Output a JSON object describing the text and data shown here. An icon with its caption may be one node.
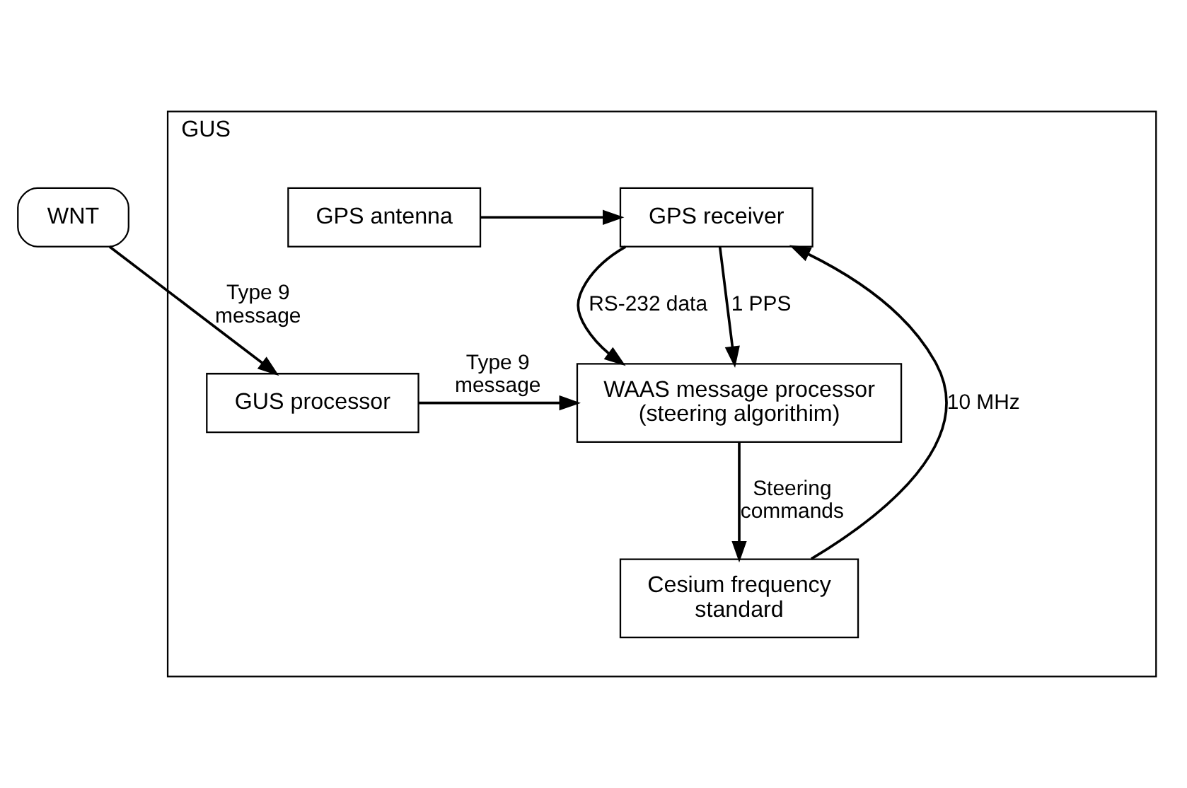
{
  "diagram": {
    "nodes": [
      {
        "text": [
          "GUS"
        ]
      },
      {
        "text": [
          "GPS antenna"
        ],
        "in": 0
      },
      {
        "text": [
          "GPS receiver"
        ],
        "in": 0
      },
      {
        "text": [
          "GUS processor"
        ],
        "in": 0
      },
      {
        "text": [
          "WAAS message processor (steering algorithim)"
        ],
        "in": 0
      },
      {
        "text": [
          "Cesium frequency standard"
        ],
        "in": 0
      },
      {
        "text": [
          "WNT"
        ]
      }
    ],
    "edges": [
      {
        "from": 1,
        "to": 2,
        "arrow": "to"
      },
      {
        "from": 2,
        "to": 4,
        "arrow": "to",
        "label": "RS-232 data"
      },
      {
        "from": 2,
        "to": 4,
        "arrow": "to",
        "label": "1 PPS"
      },
      {
        "from": 6,
        "to": 3,
        "arrow": "to",
        "label": "Type 9 message"
      },
      {
        "from": 3,
        "to": 4,
        "arrow": "to",
        "label": "Type 9 message"
      },
      {
        "from": 4,
        "to": 5,
        "arrow": "to",
        "label": "Steering commands"
      },
      {
        "from": 5,
        "to": 2,
        "arrow": "to",
        "label": "10 MHz"
      }
    ]
  }
}
